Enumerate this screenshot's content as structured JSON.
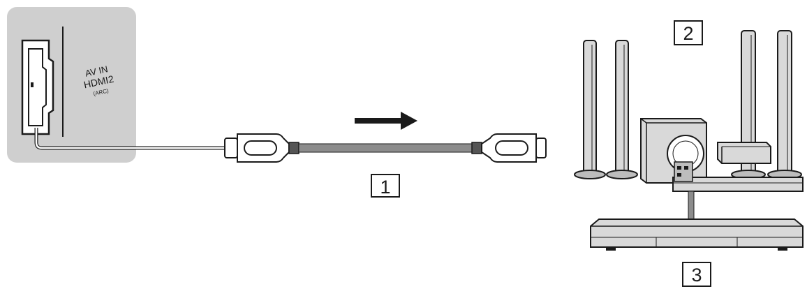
{
  "tv_panel": {
    "port_label_line1": "AV IN",
    "port_label_line2": "HDMI2",
    "port_label_line3": "(ARC)"
  },
  "callouts": {
    "cable": "1",
    "speaker_system": "2",
    "player": "3"
  },
  "colors": {
    "panel_bg": "#cfcfcf",
    "line": "#1a1a1a",
    "cable": "#8c8c8c",
    "device_fill": "#d9d9d9",
    "device_dark": "#bdbdbd"
  }
}
